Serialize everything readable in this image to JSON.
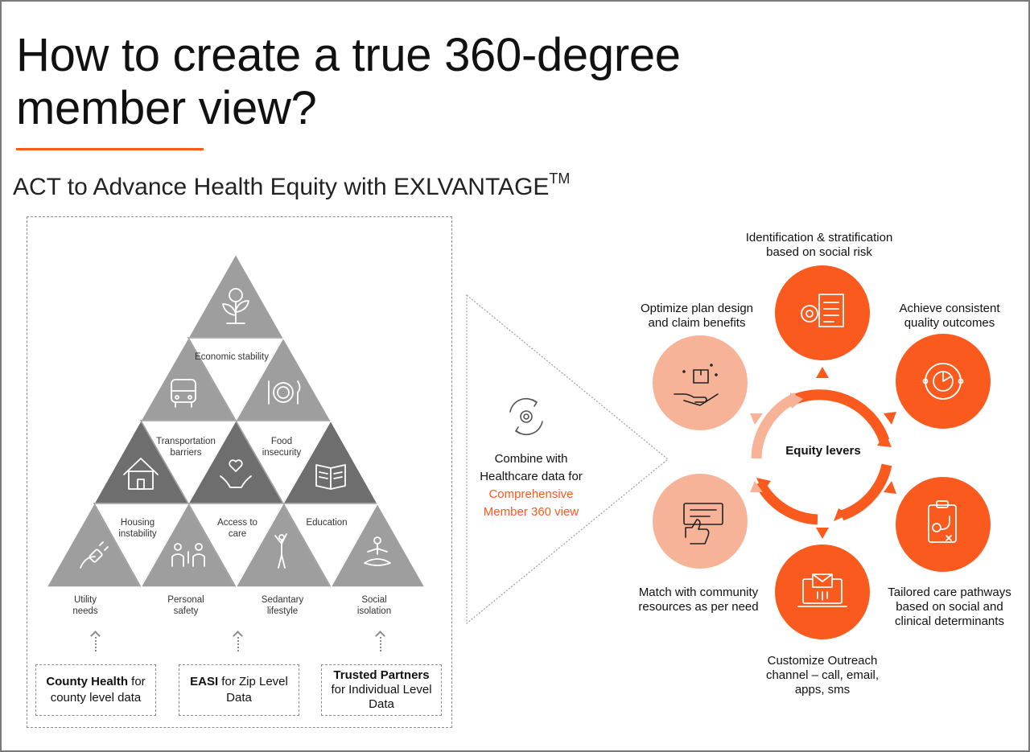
{
  "title": "How to create a true 360-degree member view?",
  "subtitle": "ACT to Advance Health Equity with EXLVANTAGE",
  "subtitle_sup": "TM",
  "colors": {
    "accent": "#fa5a1e",
    "light_accent": "#f7b397",
    "gray_mid": "#9e9e9e",
    "gray_dark": "#6e6e6e"
  },
  "pyramid": {
    "top_icon": "money-plant-icon",
    "labels": {
      "economic": "Economic stability",
      "transportation": "Transportation barriers",
      "food": "Food insecurity",
      "housing": "Housing instability",
      "access": "Access to care",
      "education": "Education"
    },
    "bottom_labels": {
      "utility": "Utility needs",
      "personal": "Personal safety",
      "sedentary": "Sedantary lifestyle",
      "social": "Social isolation"
    }
  },
  "sources": {
    "county": {
      "bold": "County Health",
      "rest": " for county level data"
    },
    "easi": {
      "bold": "EASI",
      "rest": " for Zip Level Data"
    },
    "trusted": {
      "bold": "Trusted Partners",
      "rest": "for Individual Level Data"
    }
  },
  "combine": {
    "line1": "Combine with",
    "line2": "Healthcare data for",
    "highlight1": "Comprehensive",
    "highlight2": "Member 360 view"
  },
  "center": "Equity levers",
  "levers": {
    "identification": "Identification & stratification based on social risk",
    "achieve": "Achieve consistent quality outcomes",
    "tailored": "Tailored care pathways based on social and clinical determinants",
    "customize": "Customize Outreach channel – call, email, apps, sms",
    "match": "Match with community resources as per need",
    "optimize": "Optimize plan design and claim benefits"
  }
}
